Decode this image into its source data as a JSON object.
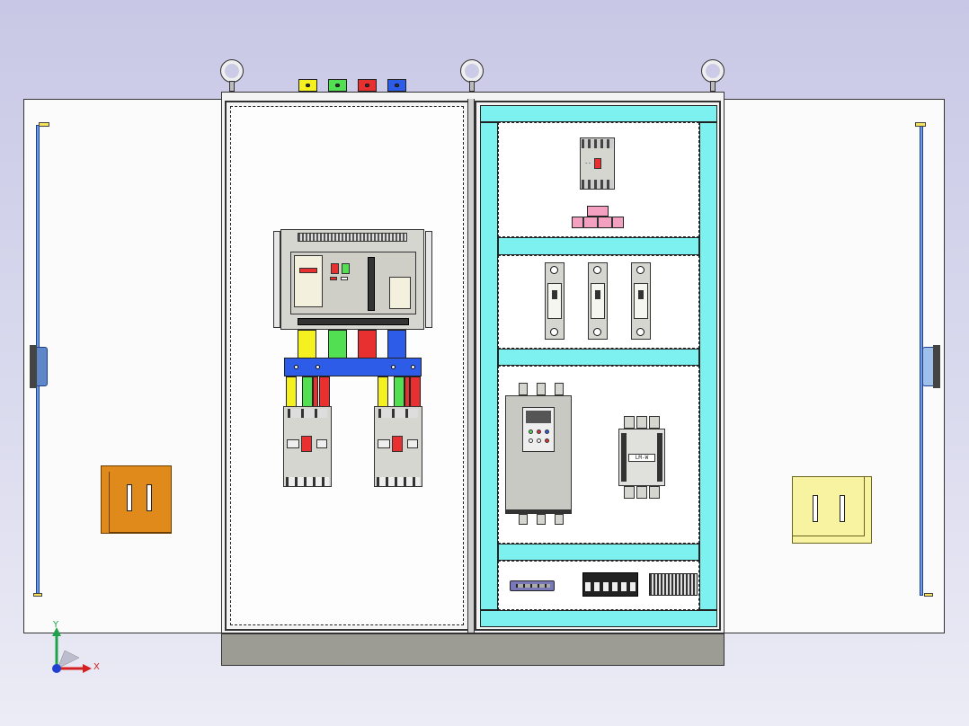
{
  "drawing": {
    "colors": {
      "rail": "#7df0f0",
      "phase_yellow": "#f5f020",
      "phase_green": "#52e052",
      "phase_red": "#e83030",
      "phase_blue": "#2c5ce8",
      "handle_orange": "#e08a1c",
      "handle_yellow": "#f7f3a0"
    },
    "axes": {
      "y_label": "Y",
      "x_label": "X"
    },
    "meter": {
      "label": "--"
    },
    "contactor": {
      "label": "LM-W"
    }
  }
}
